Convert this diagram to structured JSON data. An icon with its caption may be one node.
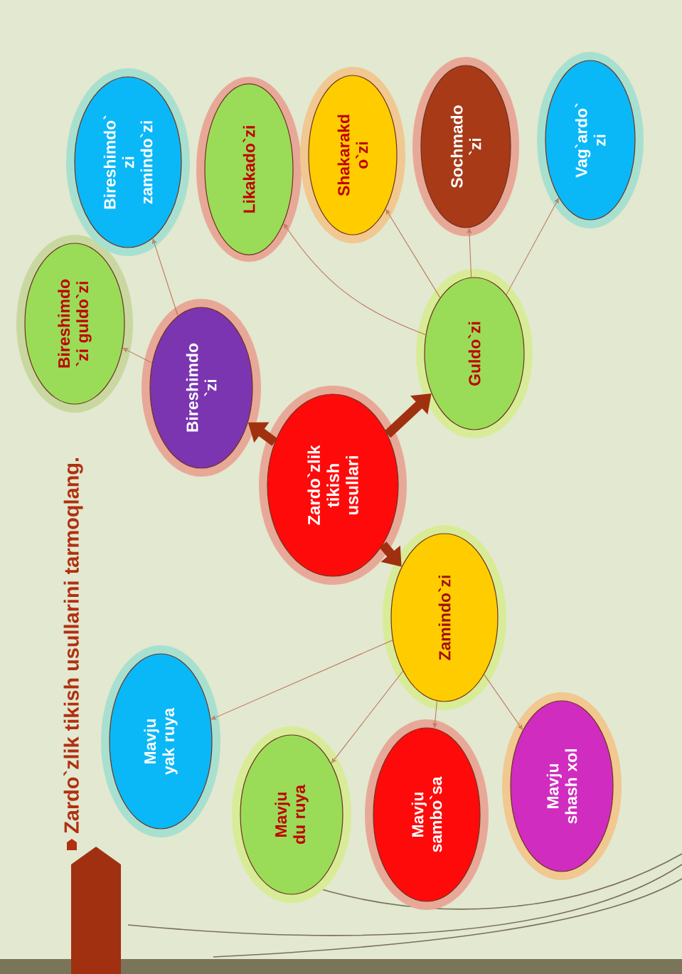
{
  "diagram": {
    "title": "Zardo`zlik tikish usullarini tarmoqlang.",
    "nodes": [
      {
        "text": [
          "Zardo`zlik tikish usullari"
        ]
      },
      {
        "text": [
          "Bireshimdo `zi"
        ]
      },
      {
        "text": [
          "Bireshimdo `zi guldo`zi"
        ]
      },
      {
        "text": [
          "Bireshimdo` zi zamindo`zi"
        ]
      },
      {
        "text": [
          "Guldo`zi"
        ]
      },
      {
        "text": [
          "Likakado`zi"
        ]
      },
      {
        "text": [
          "Shakarakd o`zi"
        ]
      },
      {
        "text": [
          "Sochmado `zi"
        ]
      },
      {
        "text": [
          "Vag`ardo` zi"
        ]
      },
      {
        "text": [
          "Zamindo`zi"
        ]
      },
      {
        "text": [
          "Mavju yak ruya"
        ]
      },
      {
        "text": [
          "Mavju du ruya"
        ]
      },
      {
        "text": [
          "Mavju sambo`sa"
        ]
      },
      {
        "text": [
          "Mavju shash xol"
        ]
      }
    ],
    "edges": [
      {
        "from": 0,
        "to": 1,
        "arrow": "to",
        "style": "thick",
        "color": "#a0300f"
      },
      {
        "from": 0,
        "to": 4,
        "arrow": "to",
        "style": "thick",
        "color": "#a0300f"
      },
      {
        "from": 0,
        "to": 9,
        "arrow": "to",
        "style": "thick",
        "color": "#a0300f"
      },
      {
        "from": 1,
        "to": 2,
        "arrow": "to"
      },
      {
        "from": 1,
        "to": 3,
        "arrow": "to"
      },
      {
        "from": 4,
        "to": 5,
        "arrow": "to"
      },
      {
        "from": 4,
        "to": 6,
        "arrow": "to"
      },
      {
        "from": 4,
        "to": 7,
        "arrow": "to"
      },
      {
        "from": 4,
        "to": 8,
        "arrow": "to"
      },
      {
        "from": 9,
        "to": 10,
        "arrow": "to"
      },
      {
        "from": 9,
        "to": 11,
        "arrow": "to"
      },
      {
        "from": 9,
        "to": 12,
        "arrow": "to"
      },
      {
        "from": 9,
        "to": 13,
        "arrow": "to"
      }
    ]
  }
}
